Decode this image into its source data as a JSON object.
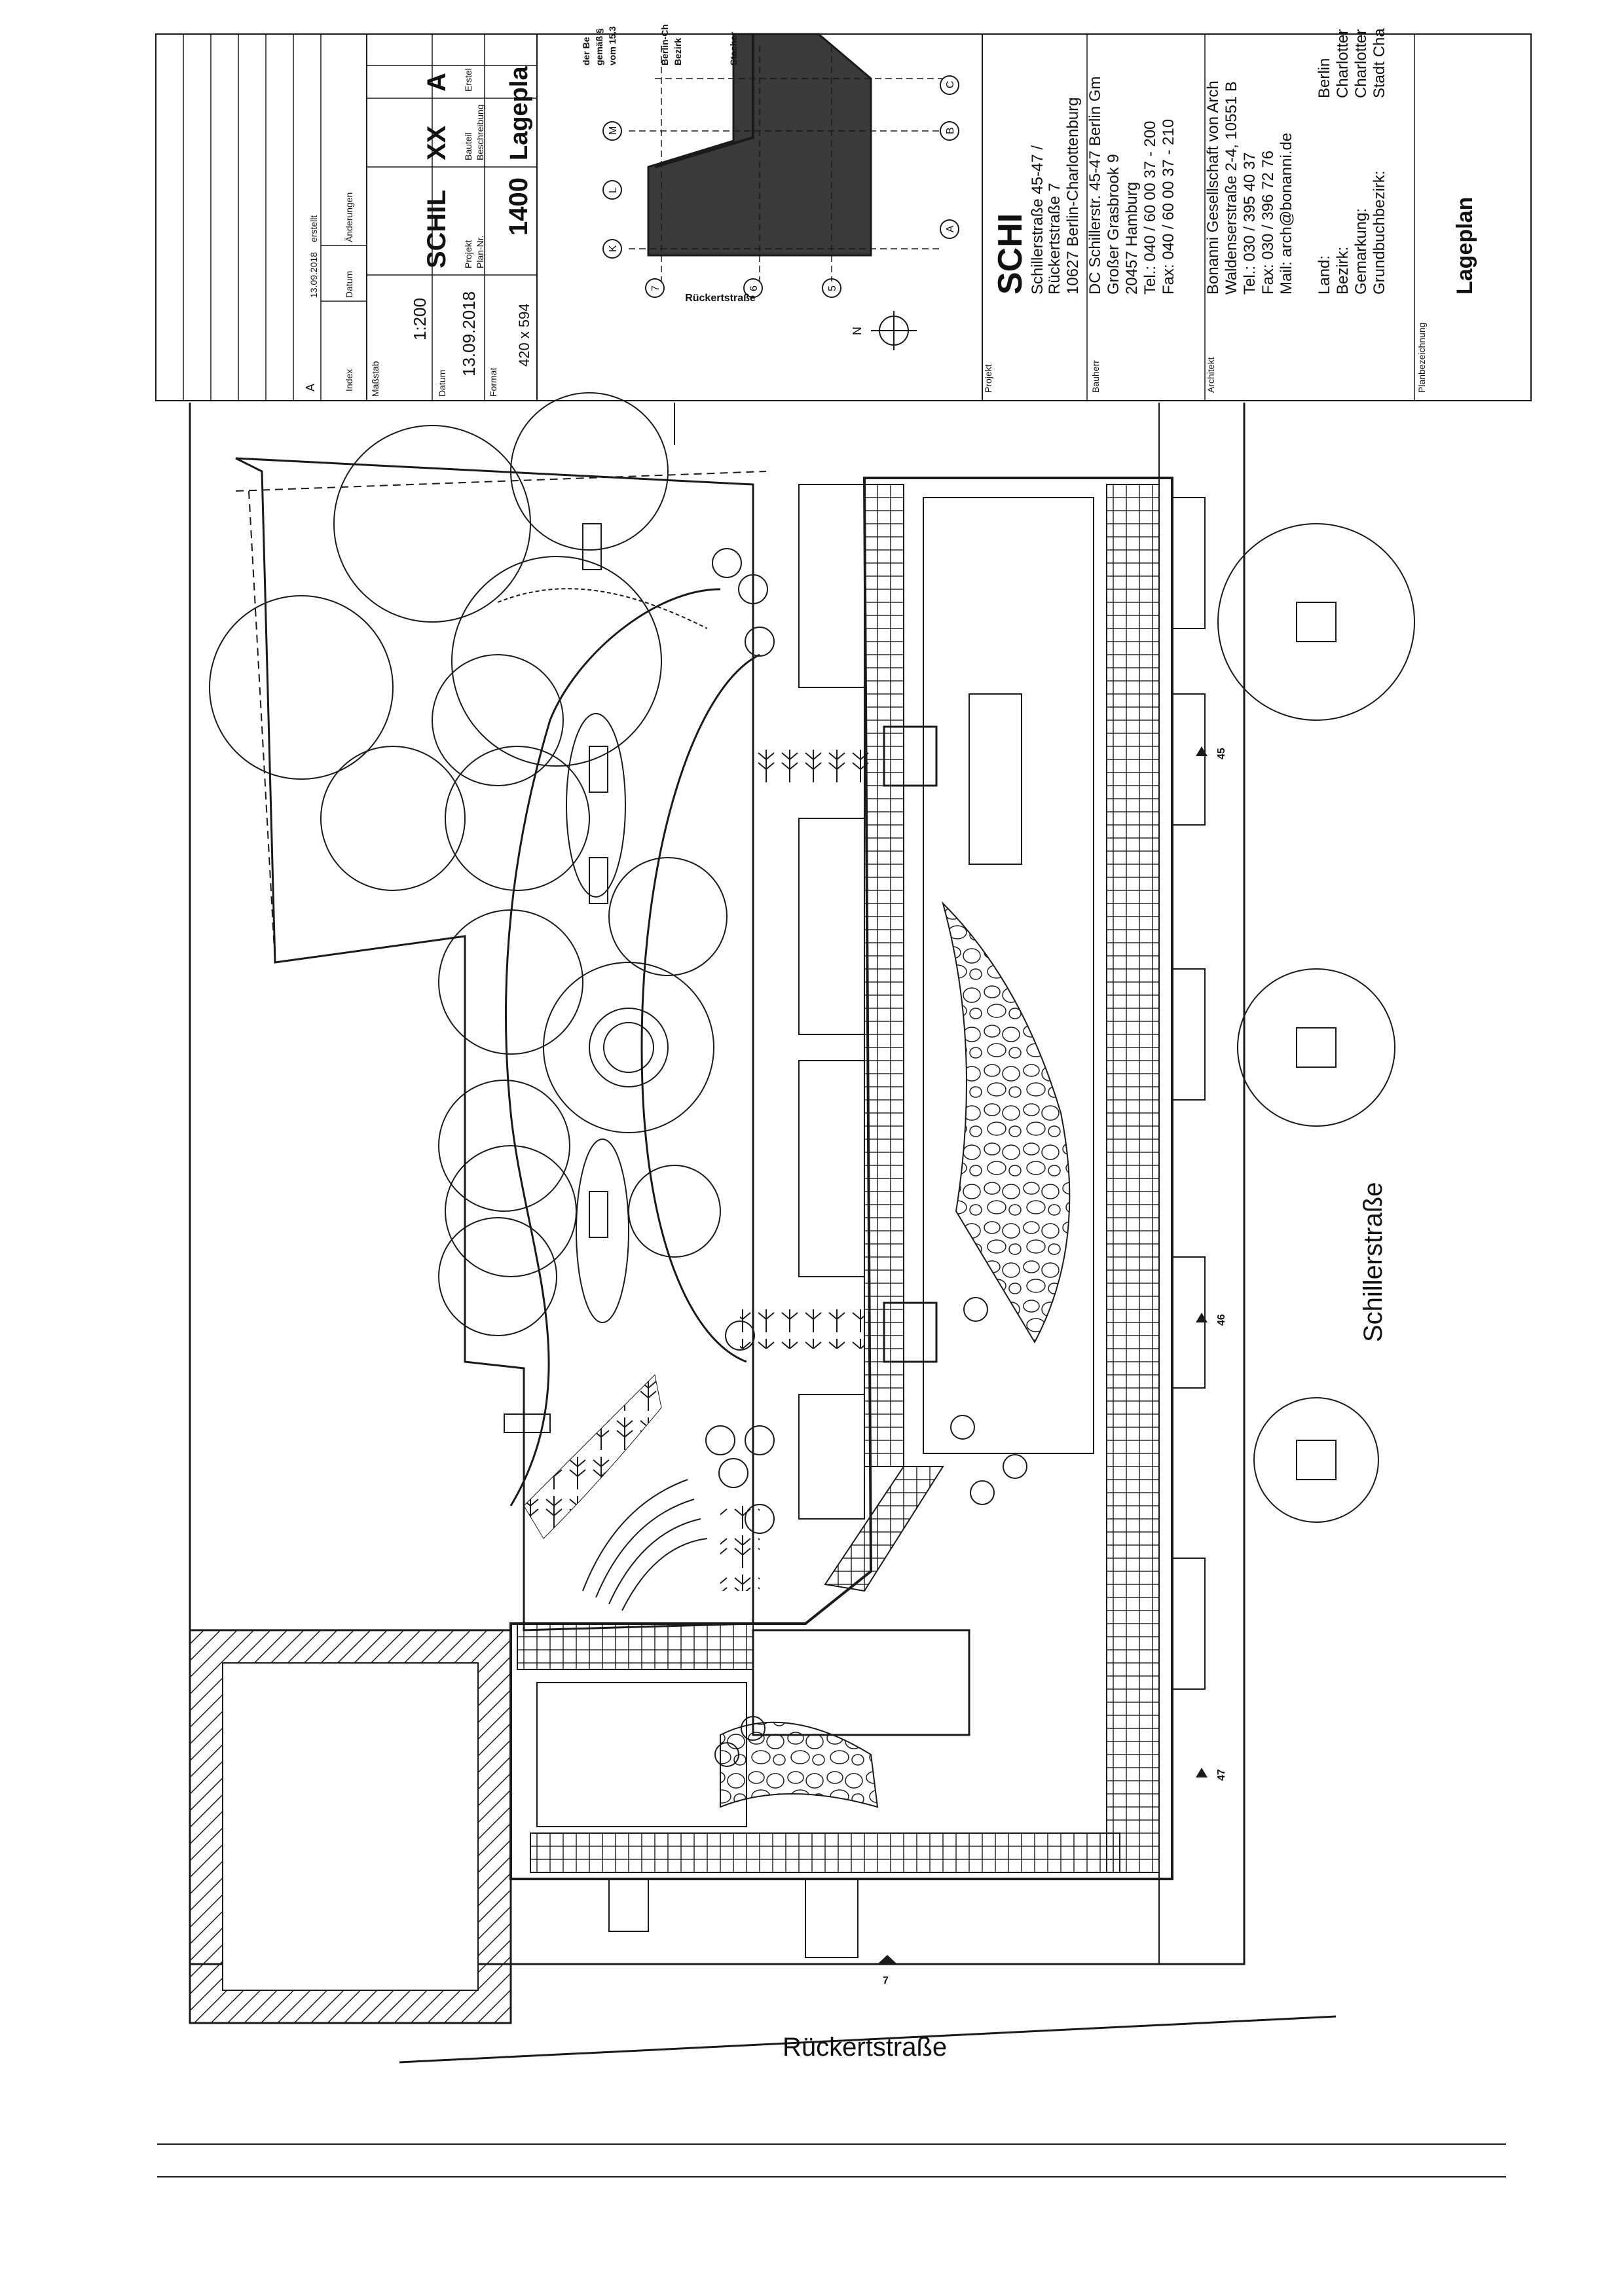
{
  "streets": {
    "schiller": "Schillerstraße",
    "rueckert": "Rückertstraße",
    "rueckert_small": "Rückertstraße"
  },
  "markers": [
    "45",
    "46",
    "47",
    "7"
  ],
  "revision": {
    "index_value": "A",
    "date_value": "13.09.2018",
    "note_value": "erstellt",
    "index_label": "Index",
    "date_label": "Datum",
    "changes_label": "Änderungen"
  },
  "plan_info": {
    "scale_label": "Maßstab",
    "scale": "1:200",
    "date_label": "Datum",
    "date": "13.09.2018",
    "format_label": "Format",
    "format": "420 x 594",
    "project_label": "Projekt",
    "project_code": "SCHIL",
    "plan_no_label": "Plan-Nr.",
    "plan_no": "1400",
    "part_label": "Bauteil",
    "part": "XX",
    "description_label": "Beschreibung",
    "description": "Lagepla",
    "status_value": "A",
    "status_label": "Erstel"
  },
  "keyplan": {
    "axes": [
      "M",
      "L",
      "K",
      "7",
      "6",
      "5",
      "C",
      "B",
      "A"
    ],
    "street": "Rückertstraße",
    "north": "N",
    "notes": [
      "der Be",
      "gemäß §",
      "vom 15.3",
      "Berlin-Ch",
      "Bezirk",
      "Stacher"
    ]
  },
  "project": {
    "label": "Projekt",
    "name": "SCHI",
    "lines": [
      "Schillerstraße 45-47 /",
      "Rückertstraße 7",
      "10627 Berlin-Charlottenburg"
    ]
  },
  "client": {
    "label": "Bauherr",
    "lines": [
      "DC Schillerstr. 45-47 Berlin Gm",
      "Großer Grasbrook 9",
      "20457 Hamburg",
      "Tel.:  040 / 60 00 37 - 200",
      "Fax:  040 / 60 00 37 - 210"
    ]
  },
  "architect": {
    "label": "Architekt",
    "lines": [
      "Bonanni Gesellschaft von Arch",
      "Waldenserstraße 2-4, 10551 B",
      "Tel.:  030 / 395 40 37",
      "Fax:  030 / 396 72 76",
      "Mail: arch@bonanni.de"
    ]
  },
  "location": {
    "labels": [
      "Land:",
      "Bezirk:",
      "Gemarkung:",
      "Grundbuchbezirk:"
    ],
    "values": [
      "Berlin",
      "Charlotter",
      "Charlotter",
      "Stadt Cha"
    ]
  },
  "plan_title": {
    "label": "Planbezeichnung",
    "value": "Lageplan"
  },
  "colors": {
    "ink": "#1a1a1a",
    "paper": "#ffffff",
    "keyplan_fill": "#3a3a3a"
  }
}
